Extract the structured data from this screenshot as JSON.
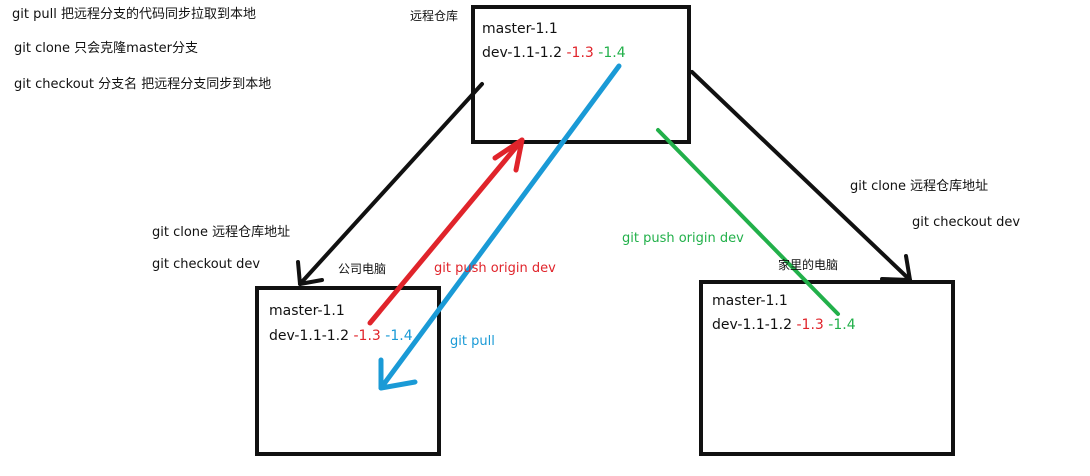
{
  "notes": {
    "pull": "git pull 把远程分支的代码同步拉取到本地",
    "clone_master": "git clone 只会克隆master分支",
    "checkout": "git checkout 分支名 把远程分支同步到本地"
  },
  "remote": {
    "title": "远程仓库",
    "master": "master-1.1",
    "dev": "dev-1.1-1.2",
    "v13": "-1.3",
    "v14": "-1.4"
  },
  "office": {
    "title": "公司电脑",
    "clone": "git clone 远程仓库地址",
    "checkout": "git checkout dev",
    "master": "master-1.1",
    "dev": "dev-1.1-1.2",
    "v13": "-1.3",
    "v14": "-1.4"
  },
  "home": {
    "title": "家里的电脑",
    "clone": "git clone 远程仓库地址",
    "checkout": "git checkout dev",
    "master": "master-1.1",
    "dev": "dev-1.1-1.2",
    "v13": "-1.3",
    "v14": "-1.4"
  },
  "arrows": {
    "office_push": "git push origin dev",
    "office_pull": "git pull",
    "home_push": "git push origin dev"
  },
  "colors": {
    "box": "#111111",
    "red": "#e0242b",
    "blue": "#1a9ad6",
    "green": "#22b04a"
  }
}
